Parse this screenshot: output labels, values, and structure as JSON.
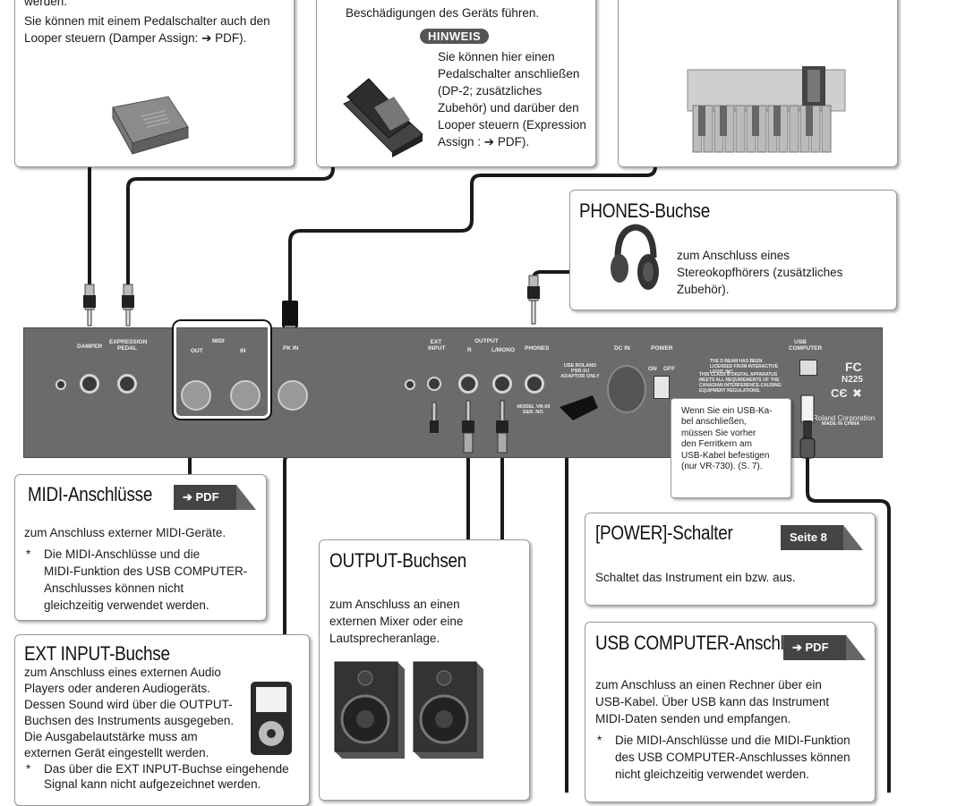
{
  "top_left": {
    "line0": "werden.",
    "line1": "Sie können mit einem Pedalschalter auch den",
    "line2": "Looper steuern (Damper Assign: ➔ PDF)."
  },
  "top_center": {
    "line0": "Beschädigungen des Geräts führen.",
    "hinweis": "HINWEIS",
    "hint_lines": [
      "Sie können hier einen",
      "Pedalschalter anschließen",
      "(DP-2; zusätzliches",
      "Zubehör) und darüber den",
      "Looper steuern (Expression",
      "Assign : ➔ PDF)."
    ]
  },
  "phones": {
    "title": "PHONES-Buchse",
    "lines": [
      "zum Anschluss eines",
      "Stereokopfhörers (zusätzliches",
      "Zubehör)."
    ]
  },
  "panel_labels": {
    "damper": "DAMPER",
    "expression": "EXPRESSION PEDAL",
    "midi": "MIDI",
    "out": "OUT",
    "in": "IN",
    "pk_in": "PK IN",
    "ext_input": "EXT INPUT",
    "output": "OUTPUT",
    "r": "R",
    "l_mono": "L/MONO",
    "phones": "PHONES",
    "dc_in": "DC IN",
    "power": "POWER",
    "on": "ON",
    "off": "OFF",
    "usb_computer": "USB COMPUTER",
    "use_roland": "USE ROLAND PSB-1U ADAPTOR ONLY",
    "model": "MODEL VR-09 SER. NO.",
    "fcc_text": "THE D BEAM HAS BEEN LICENSED FROM INTERACTIVE LIGHT, INC.",
    "canada_text": "THIS CLASS B DIGITAL APPARATUS MEETS ALL REQUIREMENTS OF THE CANADIAN INTERFERENCE-CAUSING EQUIPMENT REGULATIONS.",
    "n225": "N225",
    "roland": "Roland Corporation",
    "made_in": "MADE IN CHINA"
  },
  "usb_note": {
    "lines": [
      "Wenn Sie ein USB-Ka-",
      "bel anschließen,",
      "müssen Sie vorher",
      "den Ferritkern am",
      "USB-Kabel befestigen",
      "(nur VR-730). (S. 7)."
    ]
  },
  "midi_box": {
    "title": "MIDI-Anschlüsse",
    "tag": "➔ PDF",
    "line": "zum Anschluss externer MIDI-Geräte.",
    "note_lines": [
      "Die MIDI-Anschlüsse und die",
      "MIDI-Funktion des USB COMPUTER-",
      "Anschlusses können nicht",
      "gleichzeitig verwendet werden."
    ]
  },
  "output_box": {
    "title": "OUTPUT-Buchsen",
    "lines": [
      "zum Anschluss an einen",
      "externen Mixer oder eine",
      "Lautsprecheranlage."
    ]
  },
  "power_box": {
    "title": "[POWER]-Schalter",
    "tag": "Seite 8",
    "line": "Schaltet das Instrument ein bzw. aus."
  },
  "usb_box": {
    "title": "USB COMPUTER-Anschluss",
    "tag": "➔ PDF",
    "lines": [
      "zum Anschluss an einen Rechner über ein",
      "USB-Kabel. Über USB kann das Instrument",
      "MIDI-Daten senden und empfangen."
    ],
    "note_lines": [
      "Die MIDI-Anschlüsse und die MIDI-Funktion",
      "des USB COMPUTER-Anschlusses können",
      "nicht gleichzeitig verwendet werden."
    ]
  },
  "ext_box": {
    "title": "EXT INPUT-Buchse",
    "lines": [
      "zum Anschluss eines externen Audio",
      "Players oder anderen Audiogeräts.",
      "Dessen Sound wird über die OUTPUT-",
      "Buchsen des Instruments ausgegeben.",
      "Die Ausgabelautstärke muss am",
      "externen Gerät eingestellt werden."
    ],
    "note_lines": [
      "Das über die EXT INPUT-Buchse eingehende",
      "Signal kann nicht aufgezeichnet werden."
    ]
  },
  "star": "*"
}
